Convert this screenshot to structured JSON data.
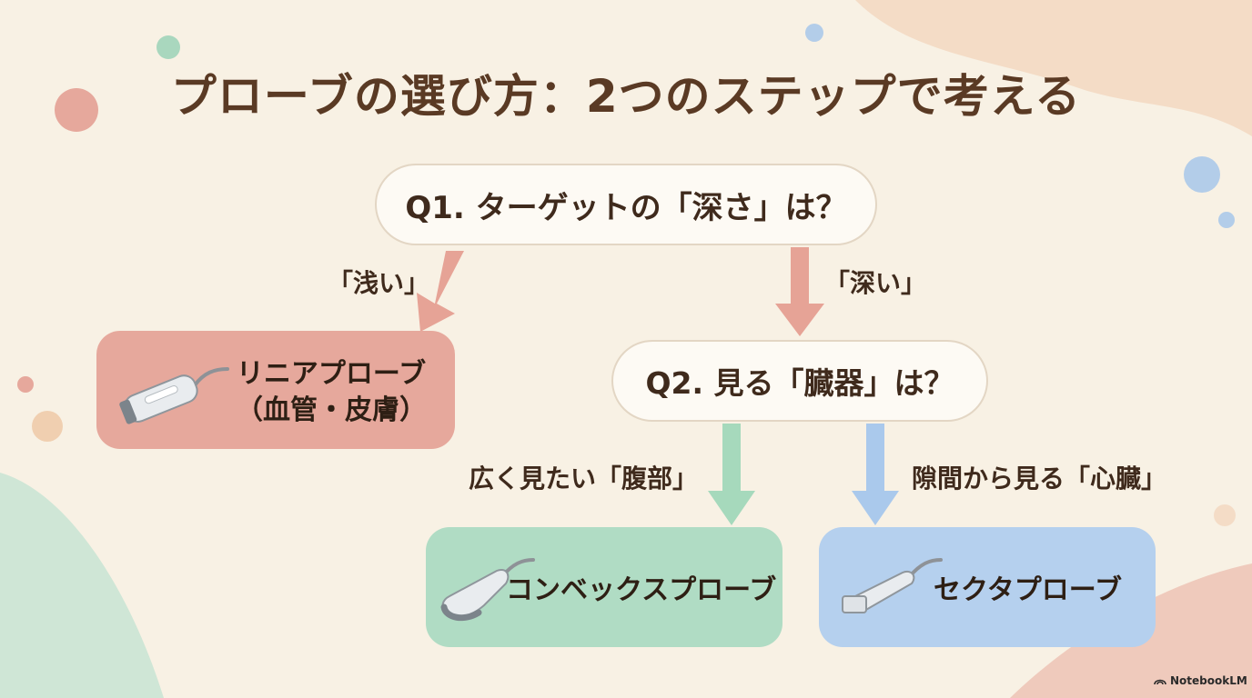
{
  "title": "プローブの選び方：2つのステップで考える",
  "q1": "Q1. ターゲットの「深さ」は？",
  "q2": "Q2. 見る「臓器」は？",
  "edges": {
    "shallow": "「浅い」",
    "deep": "「深い」",
    "abdomen": "広く見たい「腹部」",
    "heart": "隙間から見る「心臓」"
  },
  "results": {
    "linear_line1": "リニアプローブ",
    "linear_line2": "（血管・皮膚）",
    "convex": "コンベックスプローブ",
    "sector": "セクタプローブ"
  },
  "brand": "NotebookLM",
  "colors": {
    "background": "#f8f1e4",
    "linear": "#e6a89c",
    "convex": "#b0dcc4",
    "sector": "#b5d0ee",
    "arrow_red": "#e6a396",
    "arrow_green": "#a6d9bc",
    "arrow_blue": "#aac9ec"
  }
}
